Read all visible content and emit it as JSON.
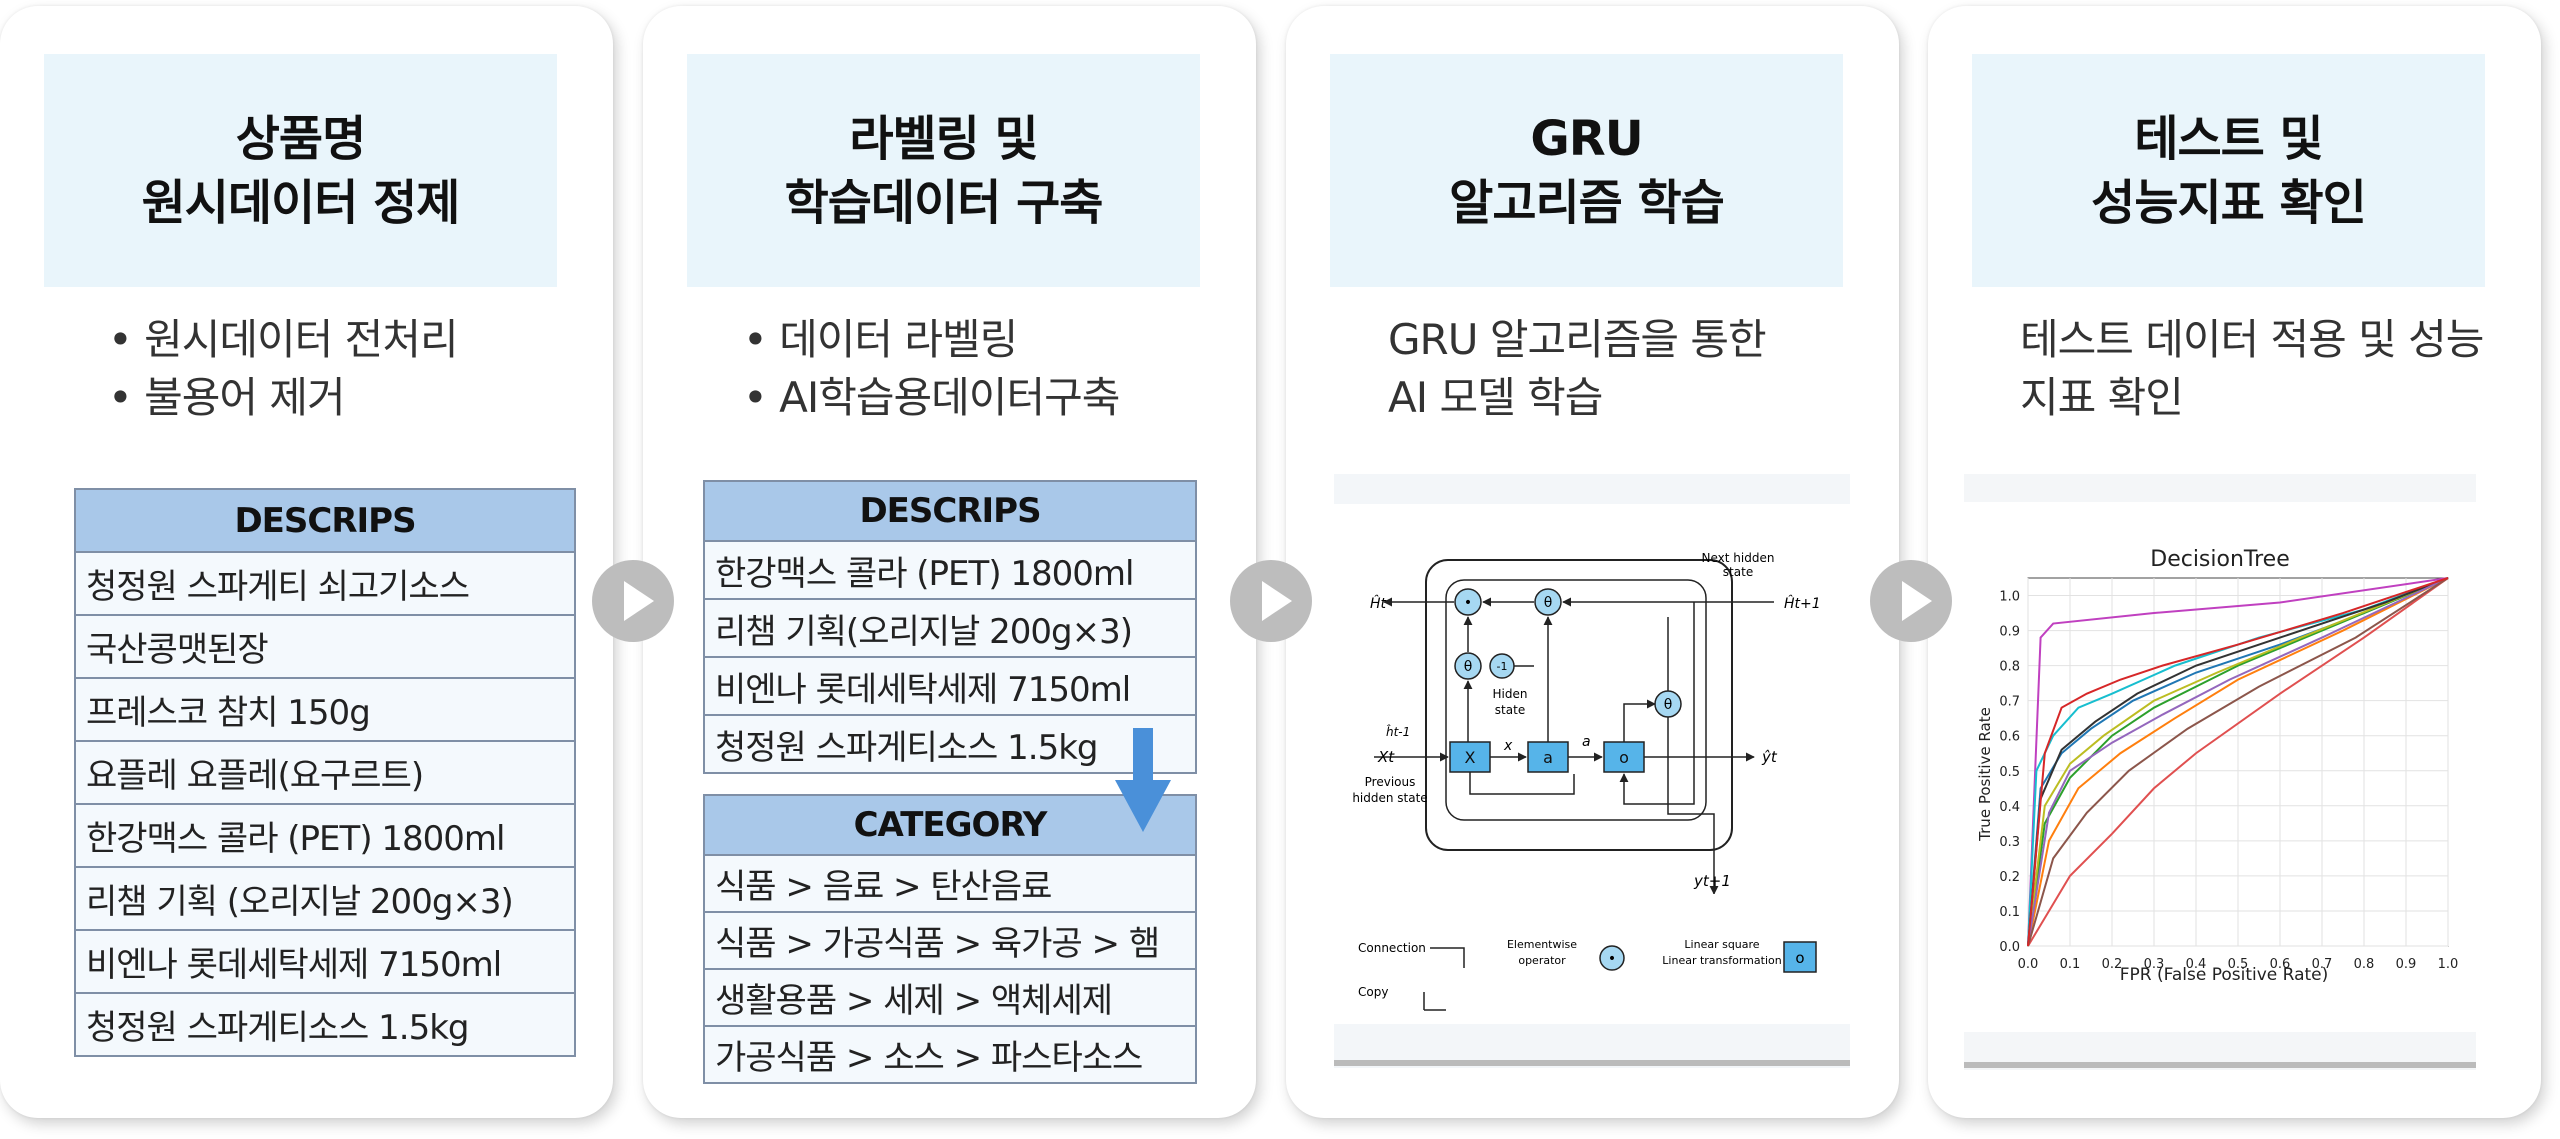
{
  "cards": [
    {
      "title": [
        "상품명",
        "원시데이터 정제"
      ],
      "bullets": [
        "원시데이터 전처리",
        "불용어 제거"
      ],
      "table_header": "DESCRIPS",
      "table_rows": [
        "청정원 스파게티 쇠고기소스",
        "국산콩맷된장",
        "프레스코 참치 150g",
        "요플레 요플레(요구르트)",
        "한강맥스 콜라 (PET) 1800ml",
        "리챔 기획 (오리지날 200g×3)",
        "비엔나 롯데세탁세제 7150ml",
        "청정원 스파게티소스 1.5kg"
      ]
    },
    {
      "title": [
        "라벨링 및",
        "학습데이터 구축"
      ],
      "bullets": [
        "데이터 라벨링",
        "AI학습용데이터구축"
      ],
      "table_header": "DESCRIPS",
      "table_rows": [
        "한강맥스 콜라 (PET) 1800ml",
        "리챔 기획(오리지날 200g×3)",
        "비엔나 롯데세탁세제 7150ml",
        "청정원 스파게티소스 1.5kg"
      ],
      "table2_header": "CATEGORY",
      "table2_rows": [
        "식품 > 음료 > 탄산음료",
        "식품 > 가공식품 > 육가공 > 햄",
        "생활용품 > 세제 > 액체세제",
        " 가공식품 > 소스 > 파스타소스"
      ]
    },
    {
      "title": [
        "GRU",
        "알고리즘 학습"
      ],
      "text": [
        "GRU 알고리즘을 통한",
        "AI 모델 학습"
      ],
      "diagram": {
        "h_out": "Ĥt",
        "next_hidden": [
          "Next hidden",
          "state"
        ],
        "h_next": "Ĥt+1",
        "hidden_state": [
          "Hiden",
          "state"
        ],
        "h_prev": "ĥt-1",
        "x_t": "Xt",
        "prev_hidden": [
          "Previous",
          "hidden state"
        ],
        "y_hat": "ŷt",
        "y_next": "yt+1",
        "gate_x": "X",
        "gate_a": "a",
        "gate_o": "o",
        "lbl_x": "x",
        "lbl_a": "a",
        "theta": "θ",
        "minus_one": "-1",
        "dot": "•",
        "legend_connection": "Connection",
        "legend_copy": "Copy",
        "legend_elementwise": [
          "Elementwise",
          "operator"
        ],
        "legend_linear": [
          "Linear square",
          "Linear transformation"
        ],
        "legend_o": "o"
      }
    },
    {
      "title": [
        "테스트 및",
        "성능지표 확인"
      ],
      "text": [
        "테스트 데이터 적용 및 성능",
        "지표 확인"
      ]
    }
  ],
  "chart_data": {
    "type": "line",
    "title": "DecisionTree",
    "xlabel": "FPR (False Positive Rate)",
    "ylabel": "True Positive Rate",
    "xlim": [
      0,
      1
    ],
    "ylim": [
      0,
      1.05
    ],
    "xticks": [
      "0.0",
      "0.1",
      "0.2",
      "0.3",
      "0.4",
      "0.5",
      "0.6",
      "0.7",
      "0.8",
      "0.9",
      "1.0"
    ],
    "yticks": [
      "0.0",
      "0.1",
      "0.2",
      "0.3",
      "0.4",
      "0.5",
      "0.6",
      "0.7",
      "0.8",
      "0.9",
      "1.0"
    ],
    "grid": true,
    "series": [
      {
        "color": "#c040c0",
        "x": [
          0,
          0.03,
          0.06,
          0.3,
          0.6,
          1.0
        ],
        "y": [
          0,
          0.88,
          0.92,
          0.95,
          0.98,
          1.05
        ]
      },
      {
        "color": "#e05050",
        "x": [
          0,
          0.05,
          0.1,
          0.2,
          0.3,
          0.4,
          0.6,
          0.8,
          1.0
        ],
        "y": [
          0,
          0.1,
          0.2,
          0.32,
          0.45,
          0.55,
          0.72,
          0.88,
          1.05
        ]
      },
      {
        "color": "#1f77b4",
        "x": [
          0,
          0.03,
          0.08,
          0.15,
          0.25,
          0.4,
          0.6,
          0.8,
          1.0
        ],
        "y": [
          0,
          0.45,
          0.55,
          0.62,
          0.7,
          0.78,
          0.86,
          0.95,
          1.05
        ]
      },
      {
        "color": "#2ca02c",
        "x": [
          0,
          0.04,
          0.1,
          0.2,
          0.3,
          0.5,
          0.7,
          1.0
        ],
        "y": [
          0,
          0.35,
          0.48,
          0.6,
          0.68,
          0.8,
          0.9,
          1.05
        ]
      },
      {
        "color": "#ff7f0e",
        "x": [
          0,
          0.05,
          0.12,
          0.22,
          0.35,
          0.5,
          0.75,
          1.0
        ],
        "y": [
          0,
          0.3,
          0.45,
          0.55,
          0.65,
          0.76,
          0.9,
          1.05
        ]
      },
      {
        "color": "#17becf",
        "x": [
          0,
          0.02,
          0.06,
          0.12,
          0.2,
          0.35,
          0.55,
          0.8,
          1.0
        ],
        "y": [
          0,
          0.5,
          0.6,
          0.68,
          0.72,
          0.8,
          0.88,
          0.96,
          1.05
        ]
      },
      {
        "color": "#bcbd22",
        "x": [
          0,
          0.04,
          0.1,
          0.18,
          0.3,
          0.45,
          0.65,
          1.0
        ],
        "y": [
          0,
          0.4,
          0.52,
          0.6,
          0.7,
          0.78,
          0.88,
          1.05
        ]
      },
      {
        "color": "#333333",
        "x": [
          0,
          0.03,
          0.08,
          0.16,
          0.26,
          0.4,
          0.6,
          0.85,
          1.0
        ],
        "y": [
          0,
          0.42,
          0.56,
          0.64,
          0.72,
          0.8,
          0.88,
          0.98,
          1.05
        ]
      },
      {
        "color": "#9467bd",
        "x": [
          0,
          0.05,
          0.1,
          0.2,
          0.32,
          0.48,
          0.7,
          1.0
        ],
        "y": [
          0,
          0.38,
          0.5,
          0.58,
          0.66,
          0.76,
          0.88,
          1.05
        ]
      },
      {
        "color": "#8c564b",
        "x": [
          0,
          0.06,
          0.14,
          0.24,
          0.38,
          0.55,
          0.78,
          1.0
        ],
        "y": [
          0,
          0.25,
          0.38,
          0.5,
          0.62,
          0.74,
          0.88,
          1.05
        ]
      },
      {
        "color": "#d62728",
        "x": [
          0,
          0.04,
          0.08,
          0.14,
          0.22,
          0.32,
          0.5,
          0.75,
          1.0
        ],
        "y": [
          0,
          0.55,
          0.68,
          0.72,
          0.76,
          0.8,
          0.86,
          0.95,
          1.05
        ]
      }
    ]
  }
}
